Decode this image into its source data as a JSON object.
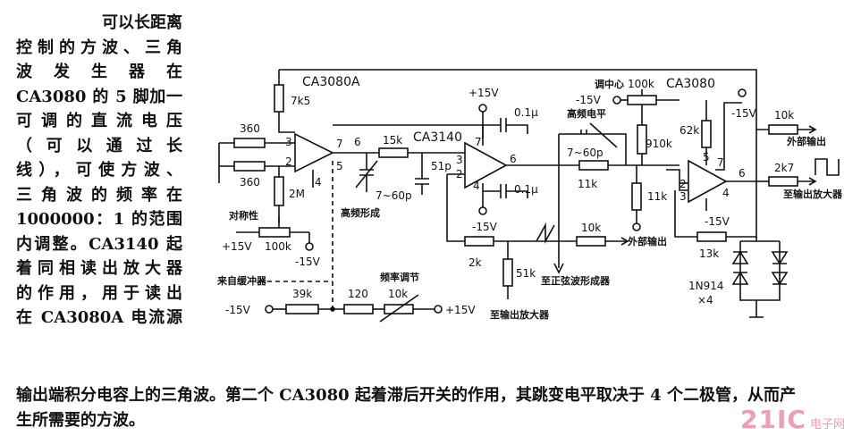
{
  "description": {
    "lines": [
      "可以长距离",
      "控制的方波、三角",
      "波 发 生 器    在",
      "CA3080 的 5 脚加一",
      "可 调 的 直 流 电 压",
      "（ 可 以 通 过 长",
      "线），可使方波、",
      "三角波的频率在",
      "1000000：1 的范围",
      "内调整。CA3140 起",
      "着同相读出放大器",
      "的作用，用于读出",
      "在 CA3080A 电流源"
    ],
    "continuation": [
      "输出端积分电容上的三角波。第二个 CA3080 起着滞后开关的作用，其跳变电平取决于 4 个二极管，从而产",
      "生所需要的方波。"
    ]
  },
  "schematic": {
    "ic1": {
      "name": "CA3080A",
      "pins": [
        "3",
        "2",
        "7",
        "5",
        "4"
      ]
    },
    "ic2": {
      "name": "CA3140",
      "pins": [
        "3",
        "2",
        "7",
        "6",
        "4"
      ]
    },
    "ic3": {
      "name": "CA3080",
      "pins": [
        "2",
        "3",
        "5",
        "7",
        "6",
        "4"
      ]
    },
    "labels": {
      "r_7k5": "7k5",
      "r_360_top": "360",
      "r_360_bot": "360",
      "r_2m": "2M",
      "pot_100k": "100k",
      "symmetry": "对称性",
      "plus15_left": "+15V",
      "minus15_ic1": "-15V",
      "node6": "6",
      "r_15k": "15k",
      "c_51p": "51p",
      "c_7_60p_a": "7~60p",
      "hf_shaping": "高频形成",
      "plus15_ic2": "+15V",
      "c_01u_top": "0.1μ",
      "c_01u_bot": "0.1μ",
      "minus15_ic2": "-15V",
      "hf_level": "高频电平",
      "c_7_60p_b": "7~60p",
      "r_11k_a": "11k",
      "r_10k_ext": "10k",
      "ext_out_a": "外部输出",
      "r_2k": "2k",
      "r_51k": "51k",
      "to_sine": "至正弦波形成器",
      "to_readout_amp": "至输出放大器",
      "from_buffer": "来自缓冲器",
      "freq_adj": "频率调节",
      "minus15_bottom": "-15V",
      "plus15_bottom": "+15V",
      "r_39k": "39k",
      "r_120": "120",
      "pot_10k": "10k",
      "minus15_ic3_left": "-15V",
      "center_adj": "调中心",
      "pot_100k_b": "100k",
      "r_910k": "910k",
      "r_62k": "62k",
      "r_11k_b": "11k",
      "minus15_ic3_top": "-15V",
      "minus15_ic3_bot": "-15V",
      "r_10k_out": "10k",
      "ext_out_b": "外部输出",
      "r_2k7": "2k7",
      "to_out_amp": "至输出放大器",
      "r_13k": "13k",
      "diodes": "1N914",
      "diodes_count": "×4"
    }
  },
  "watermark": {
    "brand": "21IC",
    "sub": "电子网"
  }
}
